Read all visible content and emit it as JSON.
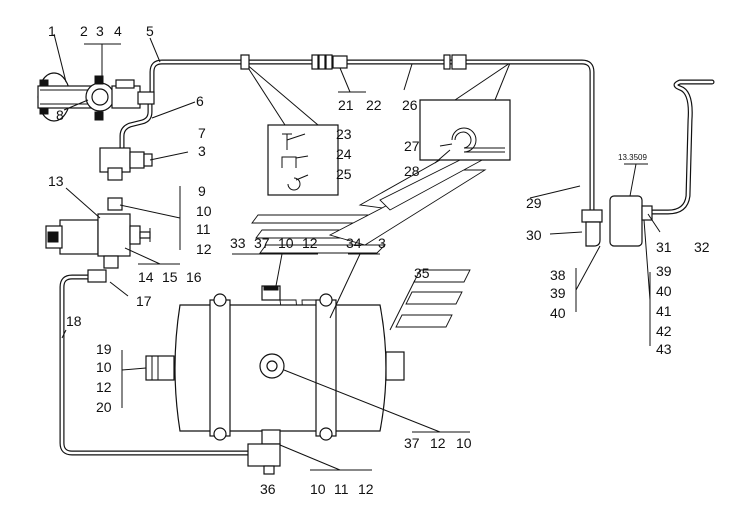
{
  "part_numbers": {
    "p1": "1",
    "p2": "2",
    "p3": "3",
    "p4": "4",
    "p5": "5",
    "p6": "6",
    "p7": "7",
    "p3b": "3",
    "p8": "8",
    "p9": "9",
    "p10a": "10",
    "p11a": "11",
    "p12a": "12",
    "p13": "13",
    "p14": "14",
    "p15": "15",
    "p16": "16",
    "p17": "17",
    "p18": "18",
    "p19": "19",
    "p10b": "10",
    "p12b": "12",
    "p20": "20",
    "p21": "21",
    "p22": "22",
    "p23": "23",
    "p24": "24",
    "p25": "25",
    "p26": "26",
    "p27": "27",
    "p28": "28",
    "p29": "29",
    "p30": "30",
    "p31": "31",
    "p32": "32",
    "p33": "33",
    "p37a": "37",
    "p10c": "10",
    "p12c": "12",
    "p34": "34",
    "p3c": "3",
    "p35": "35",
    "p36": "36",
    "p10d": "10",
    "p11b": "11",
    "p12d": "12",
    "p37b": "37",
    "p12e": "12",
    "p10e": "10",
    "p38": "38",
    "p39a": "39",
    "p40a": "40",
    "p39b": "39",
    "p40b": "40",
    "p41": "41",
    "p42": "42",
    "p43": "43"
  },
  "reference_tag": "13.3509"
}
